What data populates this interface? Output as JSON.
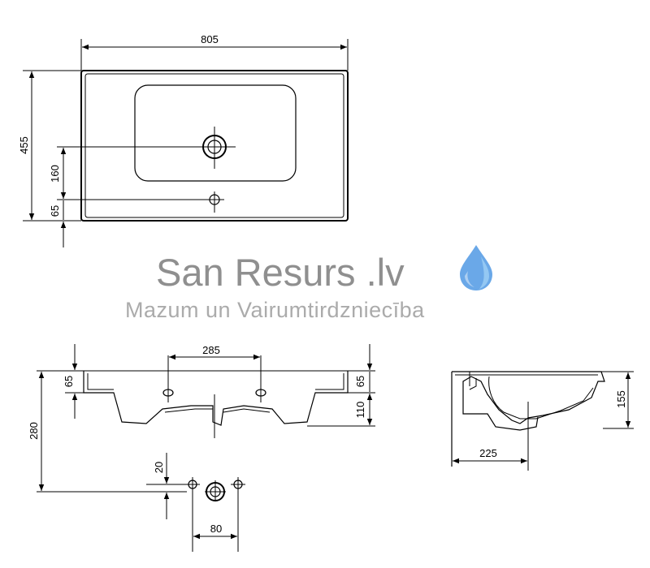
{
  "watermark": {
    "brand": "San Resurs .lv",
    "tagline": "Mazum un Vairumtirdzniecība",
    "drop_color": "#6aa8e8",
    "drop_icon": "water-drop-icon"
  },
  "top_view": {
    "width": "805",
    "depth": "455",
    "faucet_to_drain": "160",
    "drain_to_edge": "65"
  },
  "front_view": {
    "mount_spacing": "285",
    "left_rim": "65",
    "right_rim": "65",
    "bowl_depth": "110",
    "total_height": "280",
    "drain_offset": "20",
    "drain_spacing": "80"
  },
  "side_view": {
    "height": "155",
    "depth": "225"
  }
}
